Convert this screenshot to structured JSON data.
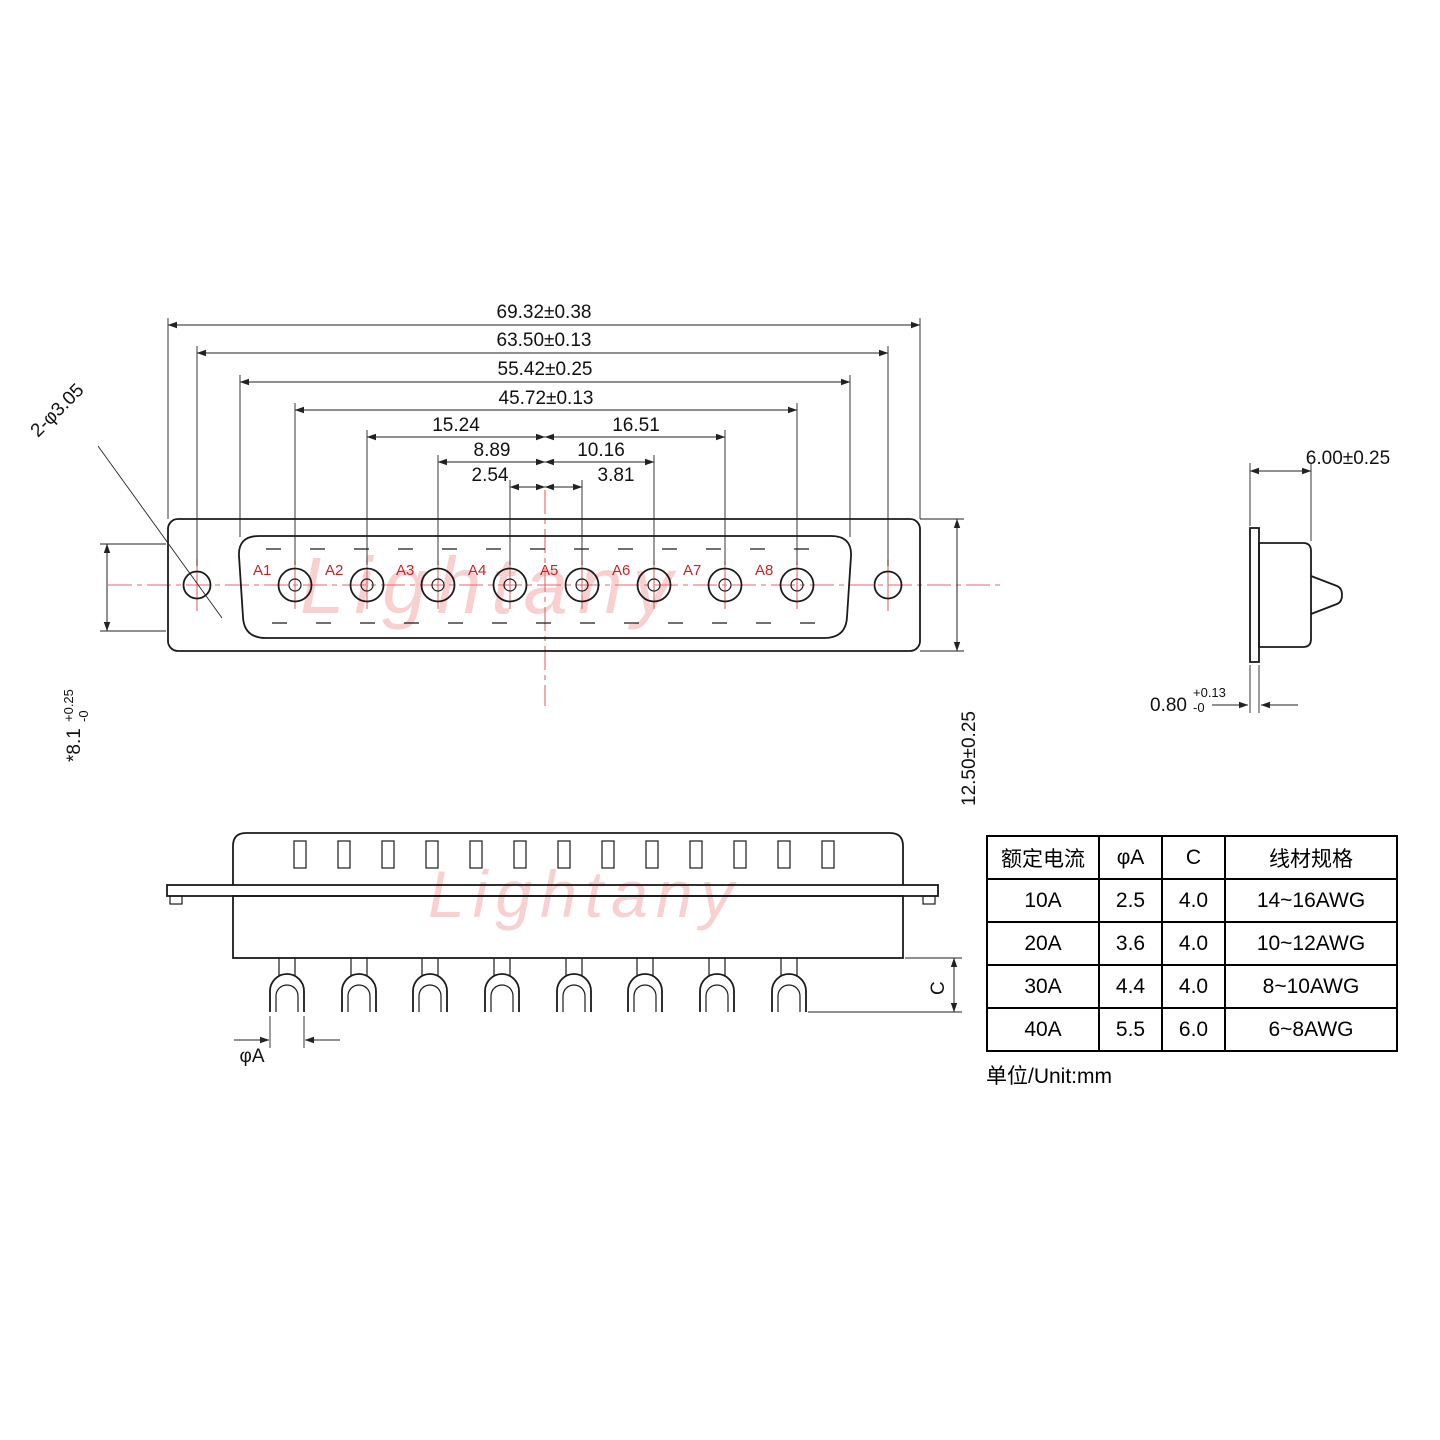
{
  "watermark": {
    "text": "Lightany"
  },
  "colors": {
    "line": "#1a1a1a",
    "annotation_red": "#cf1f1f",
    "centerline_red": "#e06a6a",
    "watermark_pink": "#ec7878"
  },
  "front_view": {
    "hole_callout": "2-φ3.05",
    "pin_labels": [
      "A1",
      "A2",
      "A3",
      "A4",
      "A5",
      "A6",
      "A7",
      "A8"
    ],
    "dim_total_width": "69.32±0.38",
    "dim_hole_spacing": "63.50±0.13",
    "dim_shell_width": "55.42±0.25",
    "dim_pin_span": "45.72±0.13",
    "dim_a2_to_center": "15.24",
    "dim_center_to_a7": "16.51",
    "dim_a3_to_center": "8.89",
    "dim_center_to_a6": "10.16",
    "dim_a4_to_center": "2.54",
    "dim_center_to_a5": "3.81",
    "dim_shell_height": "*8.1",
    "dim_shell_height_tol_plus": "+0.25",
    "dim_shell_height_tol_minus": "-0",
    "dim_flange_height": "12.50±0.25"
  },
  "side_view": {
    "dim_depth": "6.00±0.25",
    "dim_flange_thickness": "0.80",
    "dim_flange_tol_plus": "+0.13",
    "dim_flange_tol_minus": "-0"
  },
  "section_view": {
    "dim_barrel_depth": "C",
    "dim_barrel_diameter": "φA"
  },
  "spec_table": {
    "headers": [
      "额定电流",
      "φA",
      "C",
      "线材规格"
    ],
    "rows": [
      [
        "10A",
        "2.5",
        "4.0",
        "14~16AWG"
      ],
      [
        "20A",
        "3.6",
        "4.0",
        "10~12AWG"
      ],
      [
        "30A",
        "4.4",
        "4.0",
        "8~10AWG"
      ],
      [
        "40A",
        "5.5",
        "6.0",
        "6~8AWG"
      ]
    ],
    "unit_note": "单位/Unit:mm"
  }
}
